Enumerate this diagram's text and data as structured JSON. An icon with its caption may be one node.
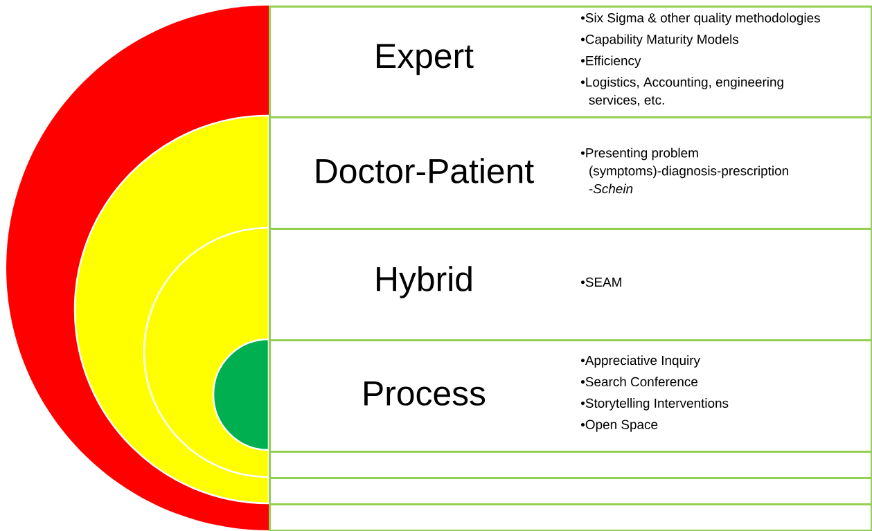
{
  "diagram": {
    "nodes": [
      {
        "text": [
          "Expert",
          "•Six Sigma & other quality methodologies",
          "•Capability Maturity Models",
          "•Efficiency",
          "•Logistics, Accounting, engineering services, etc."
        ]
      },
      {
        "text": [
          "Doctor-Patient",
          "•Presenting problem (symptoms)-diagnosis-prescription -*Schein*"
        ]
      },
      {
        "text": [
          "Hybrid",
          "•SEAM"
        ]
      },
      {
        "text": [
          "Process",
          "•Appreciative Inquiry",
          "•Search Conference",
          "•Storytelling Interventions",
          "•Open Space"
        ]
      },
      {
        "text": [],
        "shape": "box"
      },
      {
        "text": [],
        "shape": "box"
      },
      {
        "text": [],
        "shape": "box"
      }
    ]
  }
}
